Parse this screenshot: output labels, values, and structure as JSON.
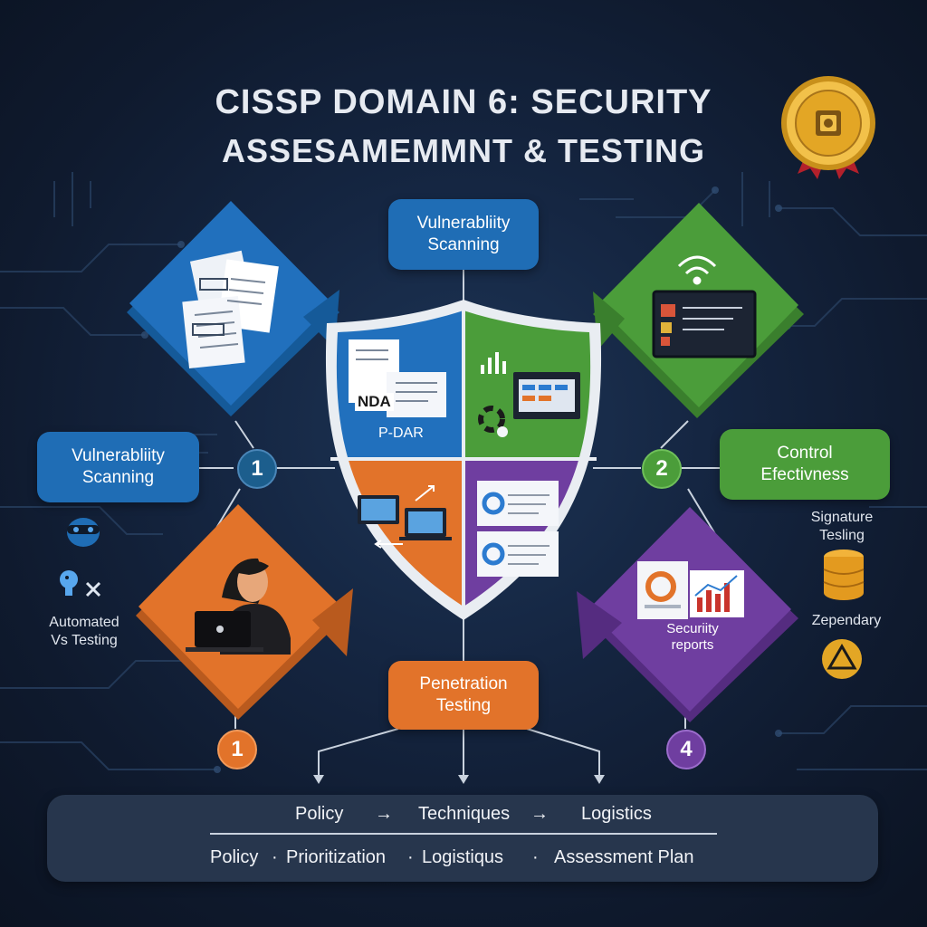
{
  "title": {
    "line1": "CISSP DOMAIN 6: SECURITY",
    "line2": "ASSESAMEMMNT & TESTING"
  },
  "pills": {
    "top": {
      "line1": "Vulnerabliity",
      "line2": "Scanning"
    },
    "left": {
      "line1": "Vulnerabliity",
      "line2": "Scanning"
    },
    "right": {
      "line1": "Control",
      "line2": "Efectivness"
    },
    "bottom": {
      "line1": "Penetration",
      "line2": "Testing"
    }
  },
  "badges": {
    "left": "1",
    "right": "2",
    "bottom_left": "1",
    "bottom_right": "4"
  },
  "shield": {
    "nda_label": "NDA",
    "pdar_label": "P-DAR"
  },
  "diamond_labels": {
    "security_reports_line1": "Securiity",
    "security_reports_line2": "reports"
  },
  "side_labels": {
    "automated_line1": "Automated",
    "automated_line2": "Vs Testing",
    "signature_line1": "Signature",
    "signature_line2": "Tesling",
    "zependary": "Zependary"
  },
  "bottom": {
    "row1": [
      "Policy",
      "Techniques",
      "Logistics"
    ],
    "arrow": "→",
    "row2": [
      "Policy",
      "Prioritization",
      "Logistiqus",
      "Assessment Plan"
    ],
    "sep": "·"
  },
  "colors": {
    "blue": "#1f6db5",
    "green": "#4b9d3a",
    "orange": "#e2732a",
    "purple": "#6f3ea0",
    "teal": "#1c5e8d",
    "gold": "#e3a625"
  }
}
